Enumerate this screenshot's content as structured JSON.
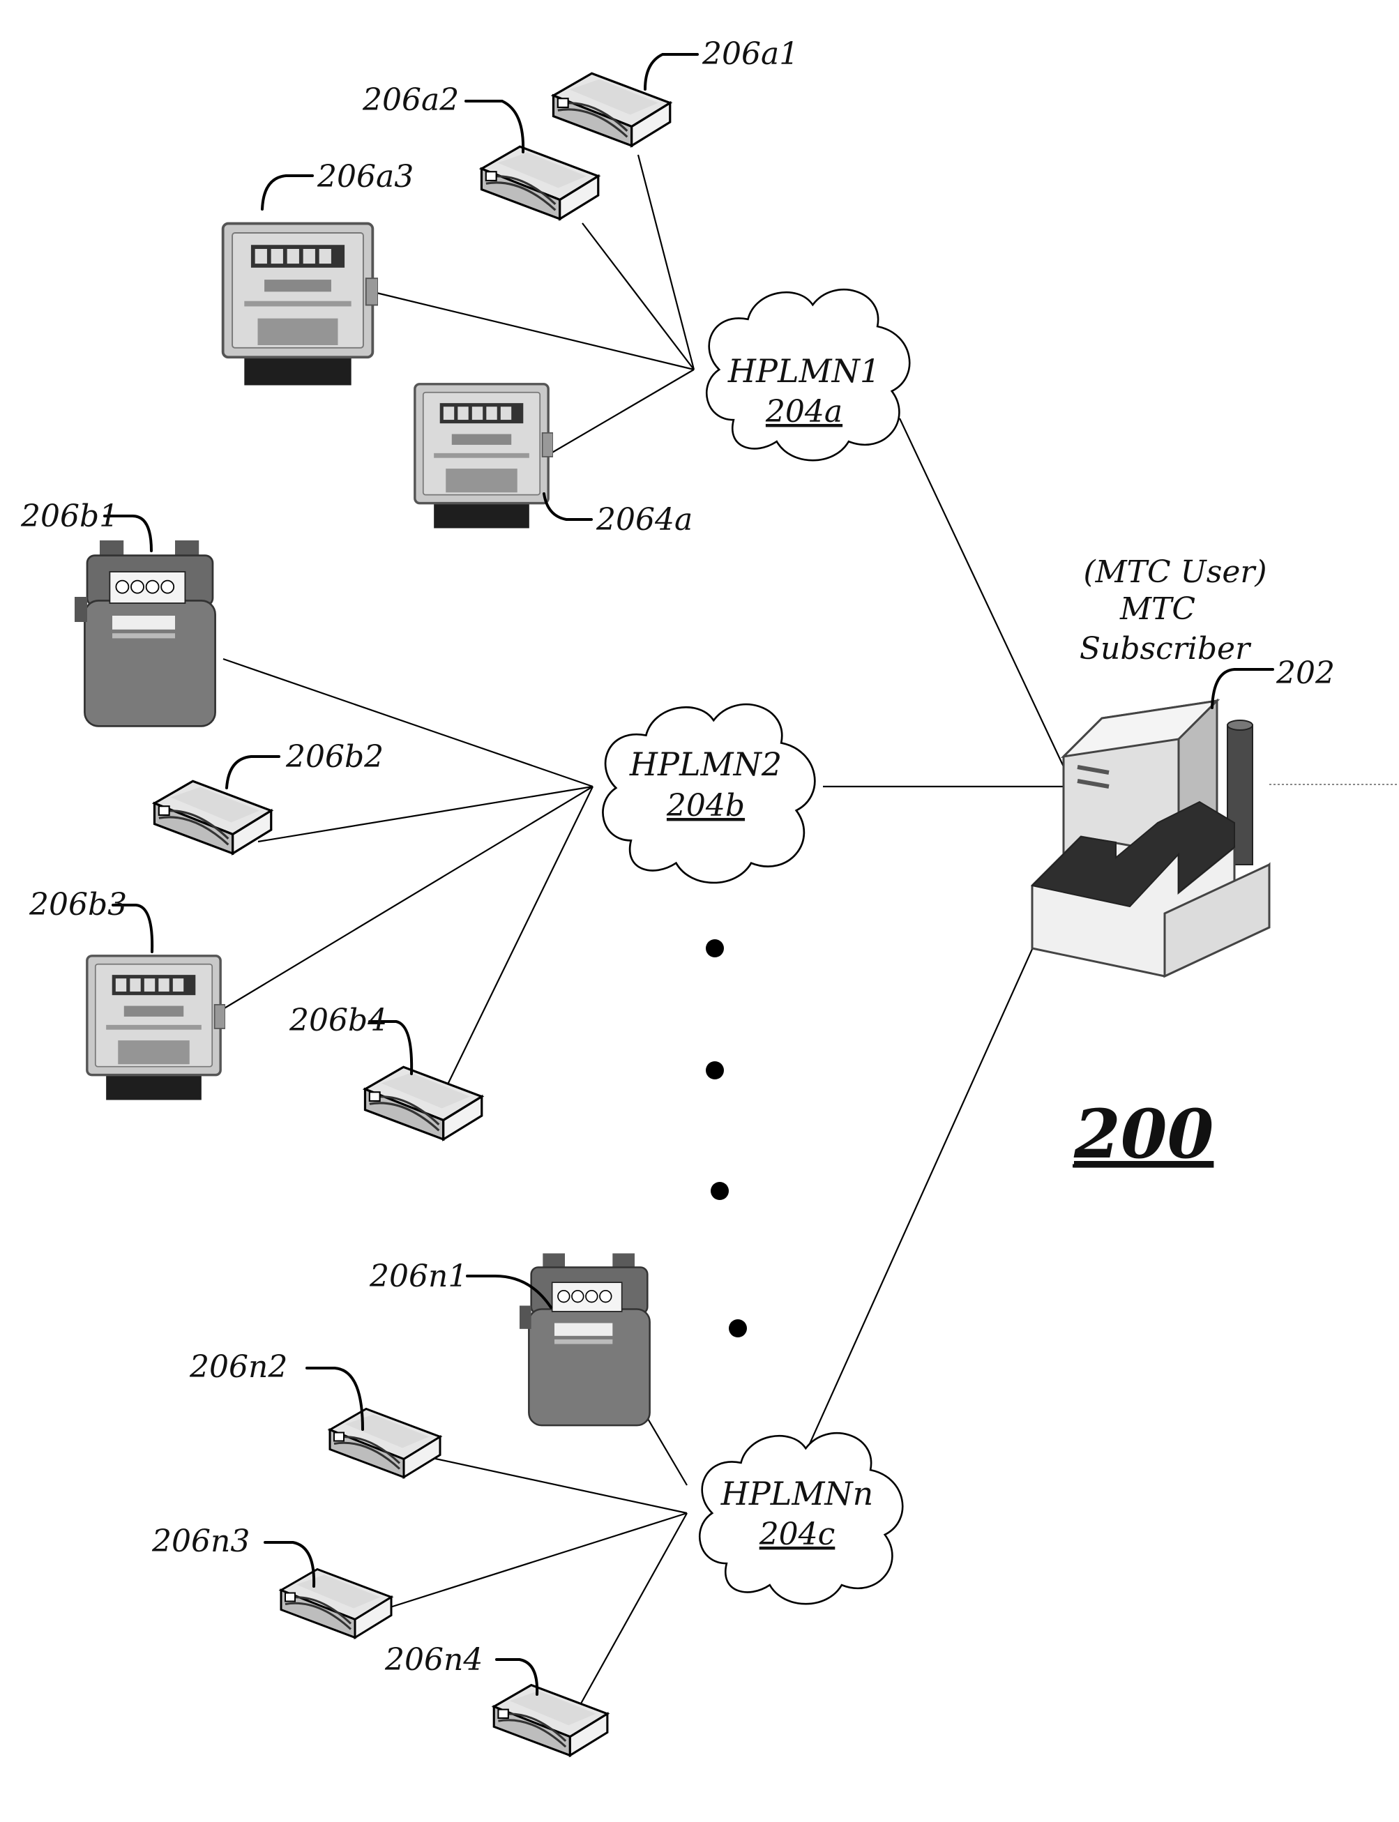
{
  "figure_number": "200",
  "subscriber": {
    "line1": "(MTC User)",
    "line2": "MTC",
    "line3": "Subscriber",
    "ref": "202"
  },
  "networks": [
    {
      "name": "HPLMN1",
      "ref": "204a"
    },
    {
      "name": "HPLMN2",
      "ref": "204b"
    },
    {
      "name": "HPLMNn",
      "ref": "204c"
    }
  ],
  "devices": {
    "a1": "206a1",
    "a2": "206a2",
    "a3": "206a3",
    "a4": "2064a",
    "b1": "206b1",
    "b2": "206b2",
    "b3": "206b3",
    "b4": "206b4",
    "n1": "206n1",
    "n2": "206n2",
    "n3": "206n3",
    "n4": "206n4"
  }
}
